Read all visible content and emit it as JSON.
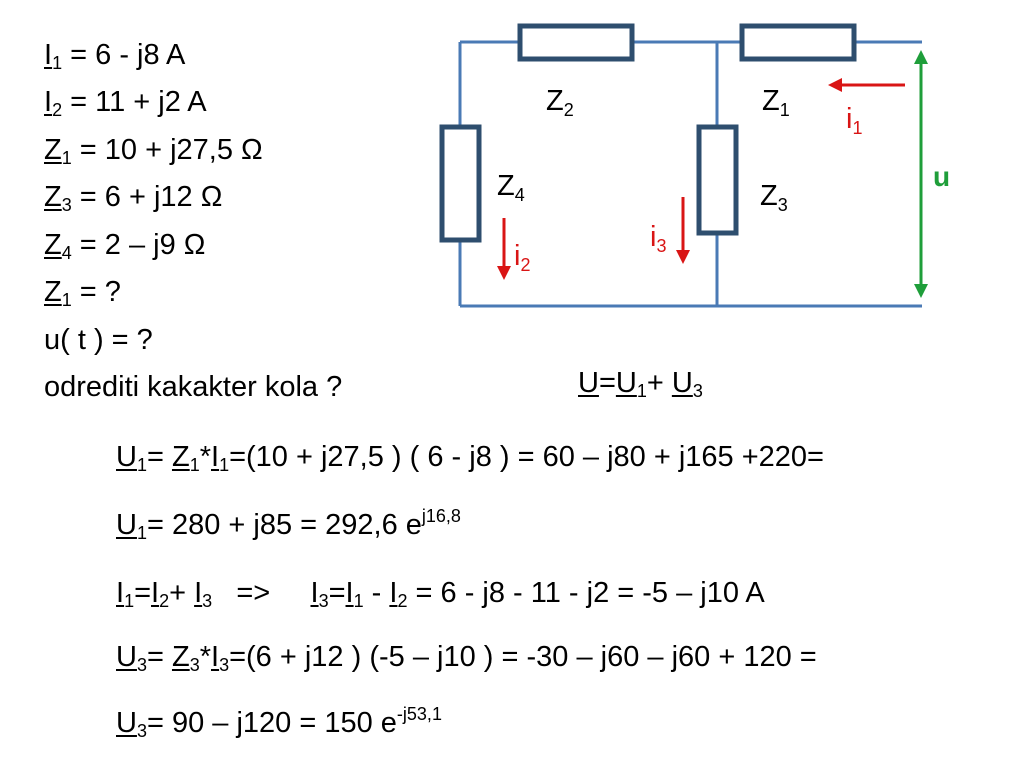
{
  "given": [
    {
      "sym": "I",
      "sub": "1",
      "rest": " = 6 - j8  A"
    },
    {
      "sym": "I",
      "sub": "2",
      "rest": " = 11 + j2  A"
    },
    {
      "sym": "Z",
      "sub": "1",
      "rest": " = 10 + j27,5  Ω"
    },
    {
      "sym": "Z",
      "sub": "3",
      "rest": " = 6 + j12  Ω"
    },
    {
      "sym": "Z",
      "sub": "4",
      "rest": " = 2 – j9  Ω"
    },
    {
      "sym": "Z",
      "sub": "1",
      "rest": " = ?"
    }
  ],
  "ut_line": "u( t ) = ?",
  "task_line": "odrediti kakakter kola ?",
  "kvl_eq": {
    "a": "U",
    "eq": "=",
    "b": "U",
    "b_sub": "1",
    "plus": "+ ",
    "c": "U",
    "c_sub": "3"
  },
  "circuit": {
    "z1": {
      "main": "Z",
      "sub": "1"
    },
    "z2": {
      "main": "Z",
      "sub": "2"
    },
    "z3": {
      "main": "Z",
      "sub": "3"
    },
    "z4": {
      "main": "Z",
      "sub": "4"
    },
    "i1": {
      "main": "i",
      "sub": "1"
    },
    "i2": {
      "main": "i",
      "sub": "2"
    },
    "i3": {
      "main": "i",
      "sub": "3"
    },
    "u_label": "u",
    "wire_color": "#4a7ab5",
    "resistor_color": "#2e4e6e",
    "current_color": "#d91515",
    "voltage_color": "#1f9e3a"
  },
  "steps": {
    "s1": {
      "u": "U",
      "usub": "1",
      "p1": "= ",
      "z": "Z",
      "zsub": "1",
      "star": "*",
      "i": "I",
      "isub": "1",
      "rest": "=(10 + j27,5 ) ( 6 - j8 ) = 60 – j80 + j165 +220="
    },
    "s2": {
      "u": "U",
      "usub": "1",
      "rest": "= 280 + j85 = 292,6 e",
      "sup": "j16,8"
    },
    "s3": {
      "i1": "I",
      "i1sub": "1",
      "eq": "=",
      "i2": "I",
      "i2sub": "2",
      "plus": "+ ",
      "i3": "I",
      "i3sub": "3",
      "arrow": "   =>     ",
      "j3": "I",
      "j3sub": "3",
      "eq2": "=",
      "j1": "I",
      "j1sub": "1",
      "minus": " - ",
      "j2": "I",
      "j2sub": "2",
      "rest": " = 6 - j8 - 11 - j2 = -5 – j10  A"
    },
    "s4": {
      "u": "U",
      "usub": "3",
      "p1": "= ",
      "z": "Z",
      "zsub": "3",
      "star": "*",
      "i": "I",
      "isub": "3",
      "rest": "=(6 + j12 ) (-5 – j10 ) = -30 – j60 – j60 + 120 ="
    },
    "s5": {
      "u": "U",
      "usub": "3",
      "rest": "= 90 – j120 = 150 e",
      "sup": "-j53,1"
    }
  }
}
